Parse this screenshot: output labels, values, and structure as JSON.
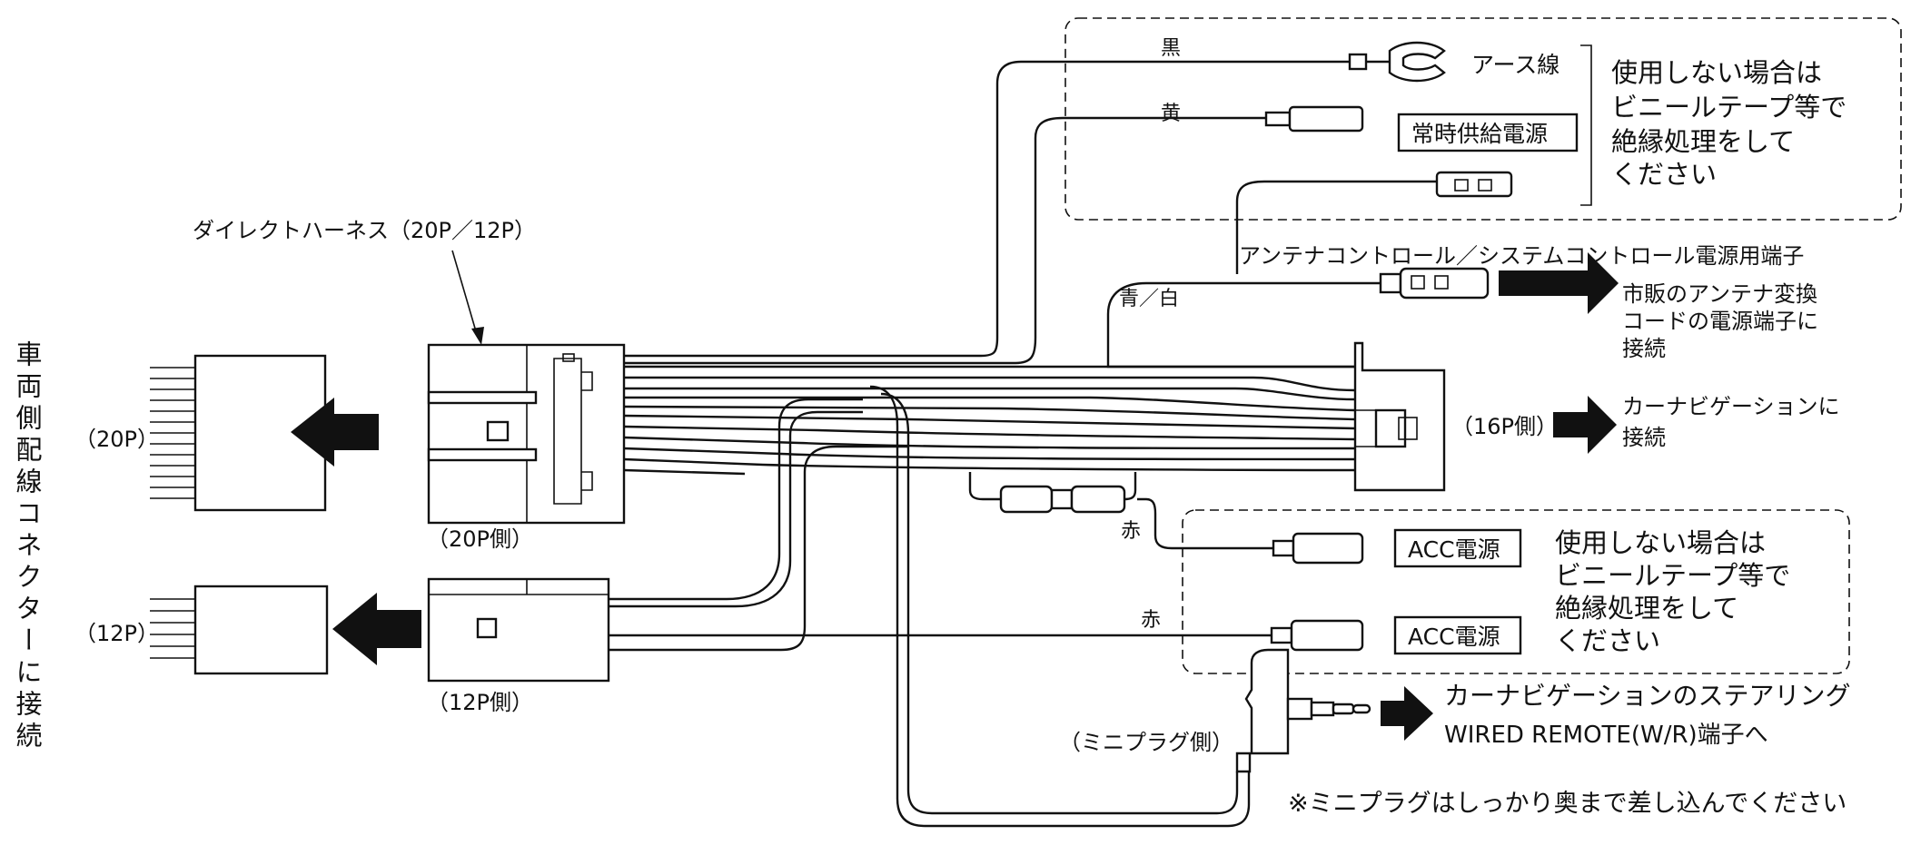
{
  "labels": {
    "vehicle_side_connector": "車両側配線コネクターに接続",
    "harness_name": "ダイレクトハーネス（20P／12P）",
    "p20": "（20P）",
    "p12": "（12P）",
    "side_20p": "（20P側）",
    "side_12p": "（12P側）",
    "side_16p": "（16P側）",
    "color_black": "黒",
    "color_yellow": "黄",
    "color_blue_white": "青／白",
    "color_red_1": "赤",
    "color_red_2": "赤",
    "ground_wire": "アース線",
    "constant_power": "常時供給電源",
    "antenna_terminal": "アンテナコントロール／システムコントロール電源用端子",
    "antenna_note_1": "市販のアンテナ変換",
    "antenna_note_2": "コードの電源端子に",
    "antenna_note_3": "接続",
    "navi_note_1": "カーナビゲーションに",
    "navi_note_2": "接続",
    "unused_top_1": "使用しない場合は",
    "unused_top_2": "ビニールテープ等で",
    "unused_top_3": "絶縁処理をして",
    "unused_top_4": "ください",
    "acc_1": "ACC電源",
    "acc_2": "ACC電源",
    "unused_bottom_1": "使用しない場合は",
    "unused_bottom_2": "ビニールテープ等で",
    "unused_bottom_3": "絶縁処理をして",
    "unused_bottom_4": "ください",
    "mini_plug_side": "（ミニプラグ側）",
    "steering_note_1": "カーナビゲーションのステアリング",
    "steering_note_2": "WIRED REMOTE(W/R)端子へ",
    "mini_plug_note": "※ミニプラグはしっかり奥まで差し込んでください"
  },
  "colors": {
    "line": "#111111",
    "background": "#ffffff"
  }
}
